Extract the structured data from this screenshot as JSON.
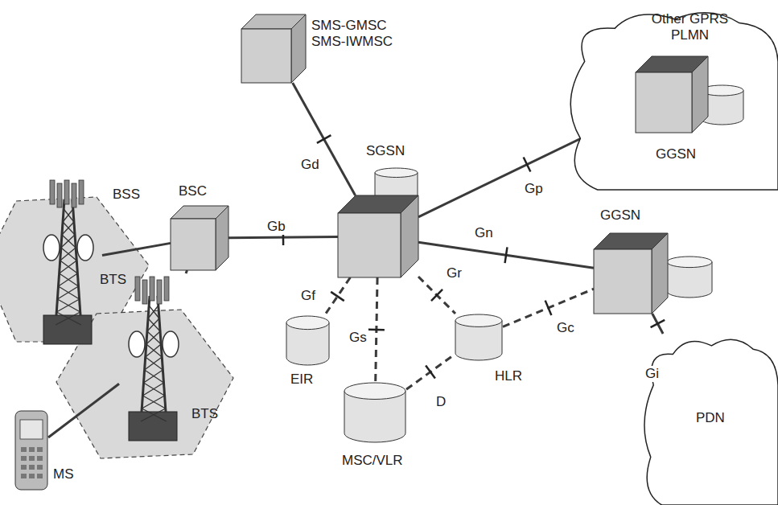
{
  "diagram": {
    "nodes": [
      {
        "text": [
          "SMS-GMSC SMS-IWMSC"
        ]
      },
      {
        "text": [
          "Other GPRS PLMN"
        ]
      },
      {
        "text": [
          "GGSN"
        ],
        "in": 1
      },
      {
        "text": [
          "BSC"
        ]
      },
      {
        "text": [
          "SGSN"
        ]
      },
      {
        "text": [
          "GGSN"
        ]
      },
      {
        "text": [
          "BTS"
        ]
      },
      {
        "text": [
          "EIR"
        ]
      },
      {
        "text": [
          "HLR"
        ]
      },
      {
        "text": [
          "MSC/VLR"
        ]
      },
      {
        "text": [
          "BTS"
        ]
      },
      {
        "text": [
          "MS"
        ]
      },
      {
        "text": [
          "PDN"
        ]
      }
    ],
    "edges": [
      {
        "from": 3,
        "to": 6,
        "arrow": "none"
      },
      {
        "from": 3,
        "to": 10,
        "arrow": "none"
      },
      {
        "from": 11,
        "to": 10,
        "arrow": "none"
      },
      {
        "from": 3,
        "to": 4,
        "label": "Gb",
        "arrow": "none"
      },
      {
        "from": 4,
        "to": 0,
        "label": "Gd",
        "arrow": "none"
      },
      {
        "from": 4,
        "to": 2,
        "label": "Gp",
        "arrow": "none"
      },
      {
        "from": 4,
        "to": 5,
        "label": "Gn",
        "arrow": "none"
      },
      {
        "from": 4,
        "to": 7,
        "label": "Gf",
        "arrow": "none"
      },
      {
        "from": 4,
        "to": 8,
        "label": "Gr",
        "arrow": "none"
      },
      {
        "from": 4,
        "to": 9,
        "label": "Gs",
        "arrow": "none"
      },
      {
        "from": 9,
        "to": 8,
        "label": "D",
        "arrow": "none"
      },
      {
        "from": 8,
        "to": 5,
        "label": "Gc",
        "arrow": "none"
      },
      {
        "from": 5,
        "to": 12,
        "label": "Gi",
        "arrow": "none"
      }
    ],
    "labels": [
      "BSS"
    ]
  }
}
